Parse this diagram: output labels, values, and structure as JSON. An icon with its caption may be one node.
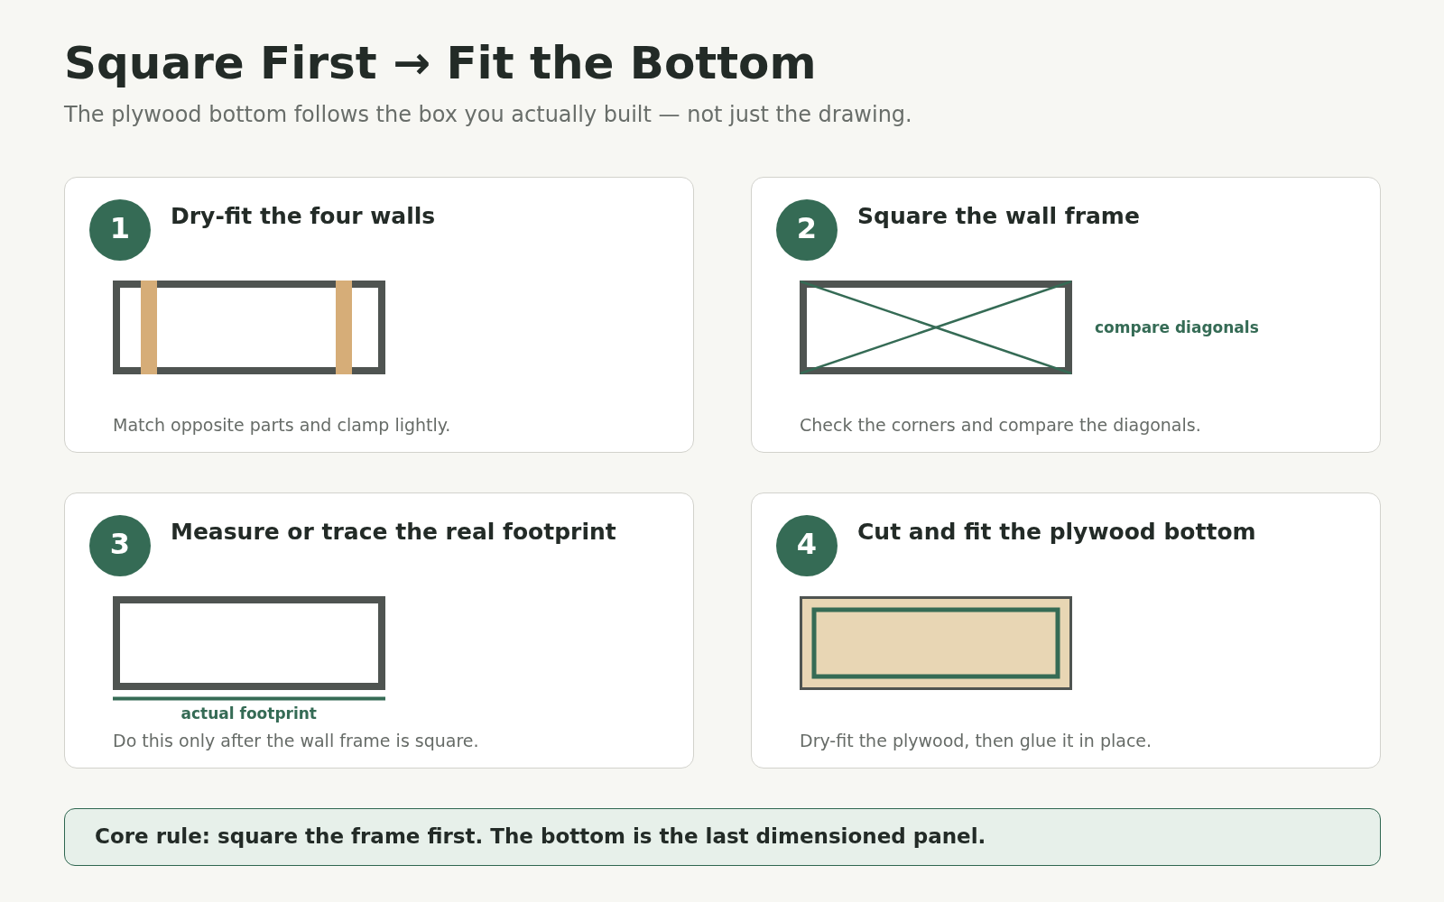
{
  "diagram": {
    "title": "Square First → Fit the Bottom",
    "nodes": [
      {
        "text": [
          "Dry-fit the four walls",
          "Match opposite parts and clamp lightly."
        ]
      },
      {
        "text": [
          "1"
        ],
        "in": 0
      },
      {
        "text": [
          "Square the wall frame",
          "Check the corners and compare the diagonals."
        ]
      },
      {
        "text": [
          "2"
        ],
        "in": 2
      },
      {
        "text": [
          "Measure or trace the real footprint",
          "Do this only after the wall frame is square."
        ]
      },
      {
        "text": [
          "3"
        ],
        "in": 4
      },
      {
        "text": [
          "Cut and fit the plywood bottom",
          "Dry-fit the plywood, then glue it in place."
        ]
      },
      {
        "text": [
          "4"
        ],
        "in": 6
      },
      {
        "text": [
          "Core rule: square the frame first. The bottom is the last dimensioned panel."
        ]
      }
    ],
    "labels": [
      "The plywood bottom follows the box you actually built — not just the drawing.",
      "compare diagonals",
      "actual footprint"
    ]
  }
}
